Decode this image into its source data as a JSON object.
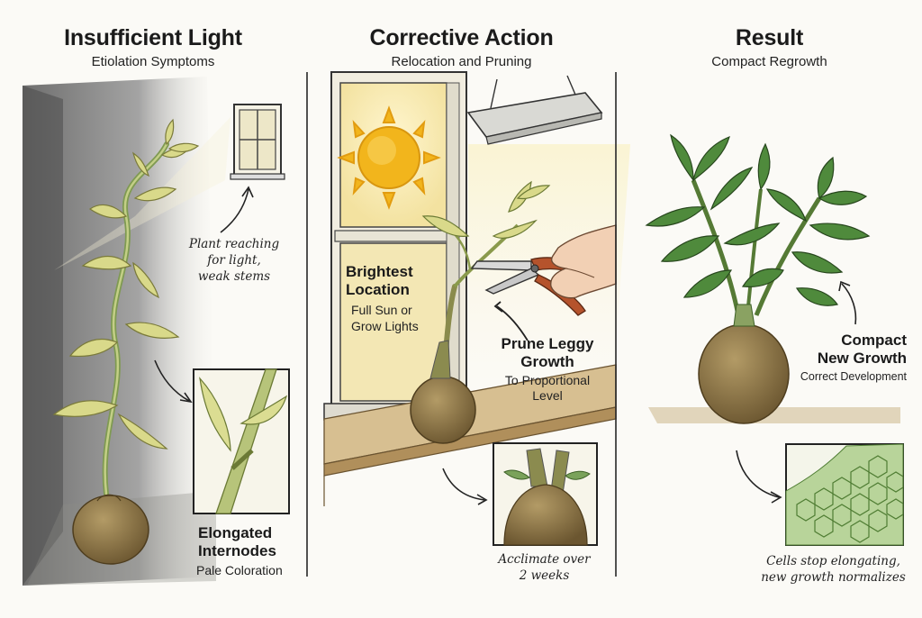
{
  "panels": [
    {
      "title": "Insufficient Light",
      "subtitle": "Etiolation Symptoms",
      "note": [
        "Plant reaching",
        "for light,",
        "weak stems"
      ],
      "inset_label": [
        "Elongated",
        "Internodes"
      ],
      "inset_sub": "Pale Coloration"
    },
    {
      "title": "Corrective Action",
      "subtitle": "Relocation and Pruning",
      "location_label": [
        "Brightest",
        "Location"
      ],
      "location_sub": [
        "Full Sun or",
        "Grow Lights"
      ],
      "prune_label": [
        "Prune Leggy",
        "Growth"
      ],
      "prune_sub": [
        "To Proportional",
        "Level"
      ],
      "note": [
        "Acclimate over",
        "2 weeks"
      ]
    },
    {
      "title": "Result",
      "subtitle": "Compact Regrowth",
      "growth_label": [
        "Compact",
        "New Growth"
      ],
      "growth_sub": "Correct Development",
      "note": [
        "Cells stop elongating,",
        "new growth normalizes"
      ]
    }
  ],
  "colors": {
    "leaf_pale": "#d9d98a",
    "leaf_green": "#4f8a3c",
    "caudex": "#8a7346",
    "sun": "#f2b51c",
    "wall_dark": "#6d6d6d"
  }
}
